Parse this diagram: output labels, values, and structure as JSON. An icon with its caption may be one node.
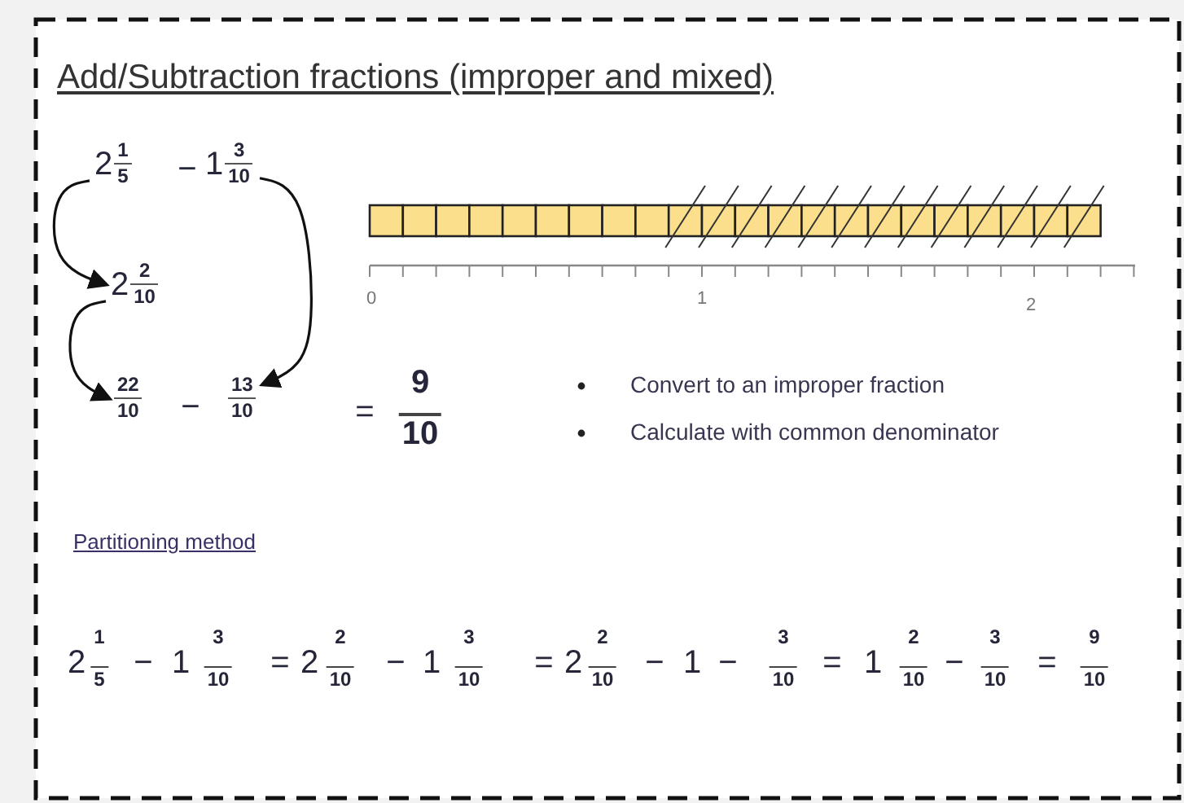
{
  "diagram": {
    "title": "Add/Subtraction fractions (improper and mixed)",
    "nodes": [
      {
        "text": [
          "2",
          "1",
          "5"
        ]
      },
      {
        "text": [
          "1",
          "3",
          "10"
        ]
      },
      {
        "text": [
          "2",
          "2",
          "10"
        ]
      },
      {
        "text": [
          "22",
          "10"
        ]
      },
      {
        "text": [
          "13",
          "10"
        ]
      }
    ],
    "edges": [
      {
        "from": 0,
        "to": 2,
        "arrow": "to"
      },
      {
        "from": 2,
        "to": 3,
        "arrow": "to"
      },
      {
        "from": 1,
        "to": 4,
        "arrow": "to"
      }
    ],
    "labels": [
      "−",
      "−",
      "=",
      "9",
      "10",
      "0",
      "1",
      "2",
      "Convert to an improper fraction",
      "Calculate with common denominator",
      "Partitioning method",
      "2",
      "1",
      "5",
      "−",
      "1",
      "3",
      "10",
      "=",
      "2",
      "2",
      "10",
      "−",
      "1",
      "3",
      "10",
      "=",
      "2",
      "2",
      "10",
      "−",
      "1",
      "−",
      "3",
      "10",
      "=",
      "1",
      "2",
      "10",
      "−",
      "3",
      "10",
      "=",
      "9",
      "10"
    ]
  }
}
